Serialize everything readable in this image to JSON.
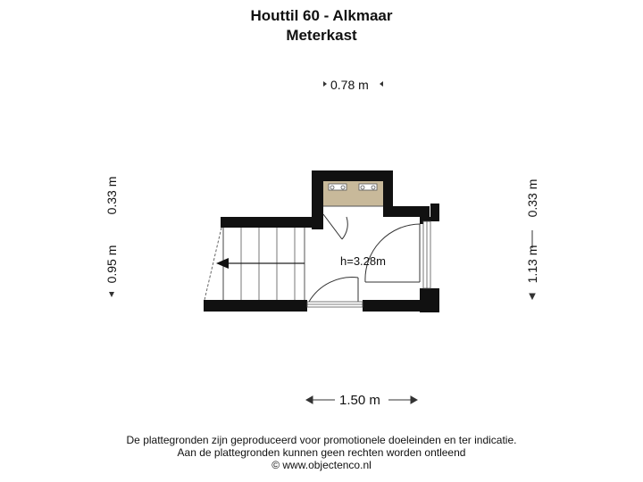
{
  "header": {
    "title": "Houttil 60 - Alkmaar",
    "subtitle": "Meterkast"
  },
  "dimensions": {
    "top": "0.78 m",
    "bottom": "1.50 m",
    "left_upper": "0.33 m",
    "left_lower": "0.95 m",
    "right_lower": "1.13 m",
    "right_upper": "0.33 m"
  },
  "room": {
    "height_label": "h=3.28m"
  },
  "footer": {
    "line1": "De plattegronden zijn geproduceerd voor promotionele doeleinden en ter indicatie.",
    "line2": "Aan de plattegronden kunnen geen rechten worden ontleend",
    "line3": "© www.objectenco.nl"
  },
  "colors": {
    "wall": "#111111",
    "meter_cabinet": "#c8b99a",
    "line": "#333333"
  }
}
